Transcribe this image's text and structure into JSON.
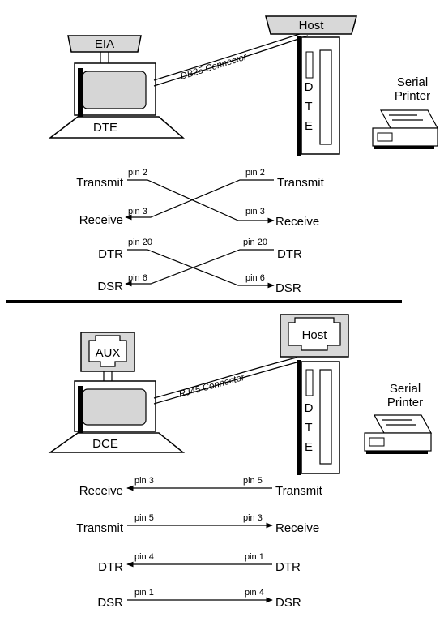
{
  "top_section": {
    "terminal_label": "DTE",
    "terminal_port": "EIA",
    "connector_label": "DB25 Connector",
    "host_label": "Host",
    "host_tower_letters": [
      "D",
      "T",
      "E"
    ],
    "printer_label_line1": "Serial",
    "printer_label_line2": "Printer",
    "signals": [
      {
        "left": "Transmit",
        "left_pin": "pin 2",
        "right": "Transmit",
        "right_pin": "pin 2"
      },
      {
        "left": "Receive",
        "left_pin": "pin 3",
        "right": "Receive",
        "right_pin": "pin 3"
      },
      {
        "left": "DTR",
        "left_pin": "pin 20",
        "right": "DTR",
        "right_pin": "pin 20"
      },
      {
        "left": "DSR",
        "left_pin": "pin 6",
        "right": "DSR",
        "right_pin": "pin 6"
      }
    ]
  },
  "bottom_section": {
    "terminal_label": "DCE",
    "terminal_port": "AUX",
    "connector_label": "RJ45 Connector",
    "host_label": "Host",
    "host_tower_letters": [
      "D",
      "T",
      "E"
    ],
    "printer_label_line1": "Serial",
    "printer_label_line2": "Printer",
    "signals": [
      {
        "left": "Receive",
        "left_pin": "pin 3",
        "right": "Transmit",
        "right_pin": "pin 5"
      },
      {
        "left": "Transmit",
        "left_pin": "pin 5",
        "right": "Receive",
        "right_pin": "pin 3"
      },
      {
        "left": "DTR",
        "left_pin": "pin 4",
        "right": "DTR",
        "right_pin": "pin 1"
      },
      {
        "left": "DSR",
        "left_pin": "pin 1",
        "right": "DSR",
        "right_pin": "pin 4"
      }
    ]
  }
}
